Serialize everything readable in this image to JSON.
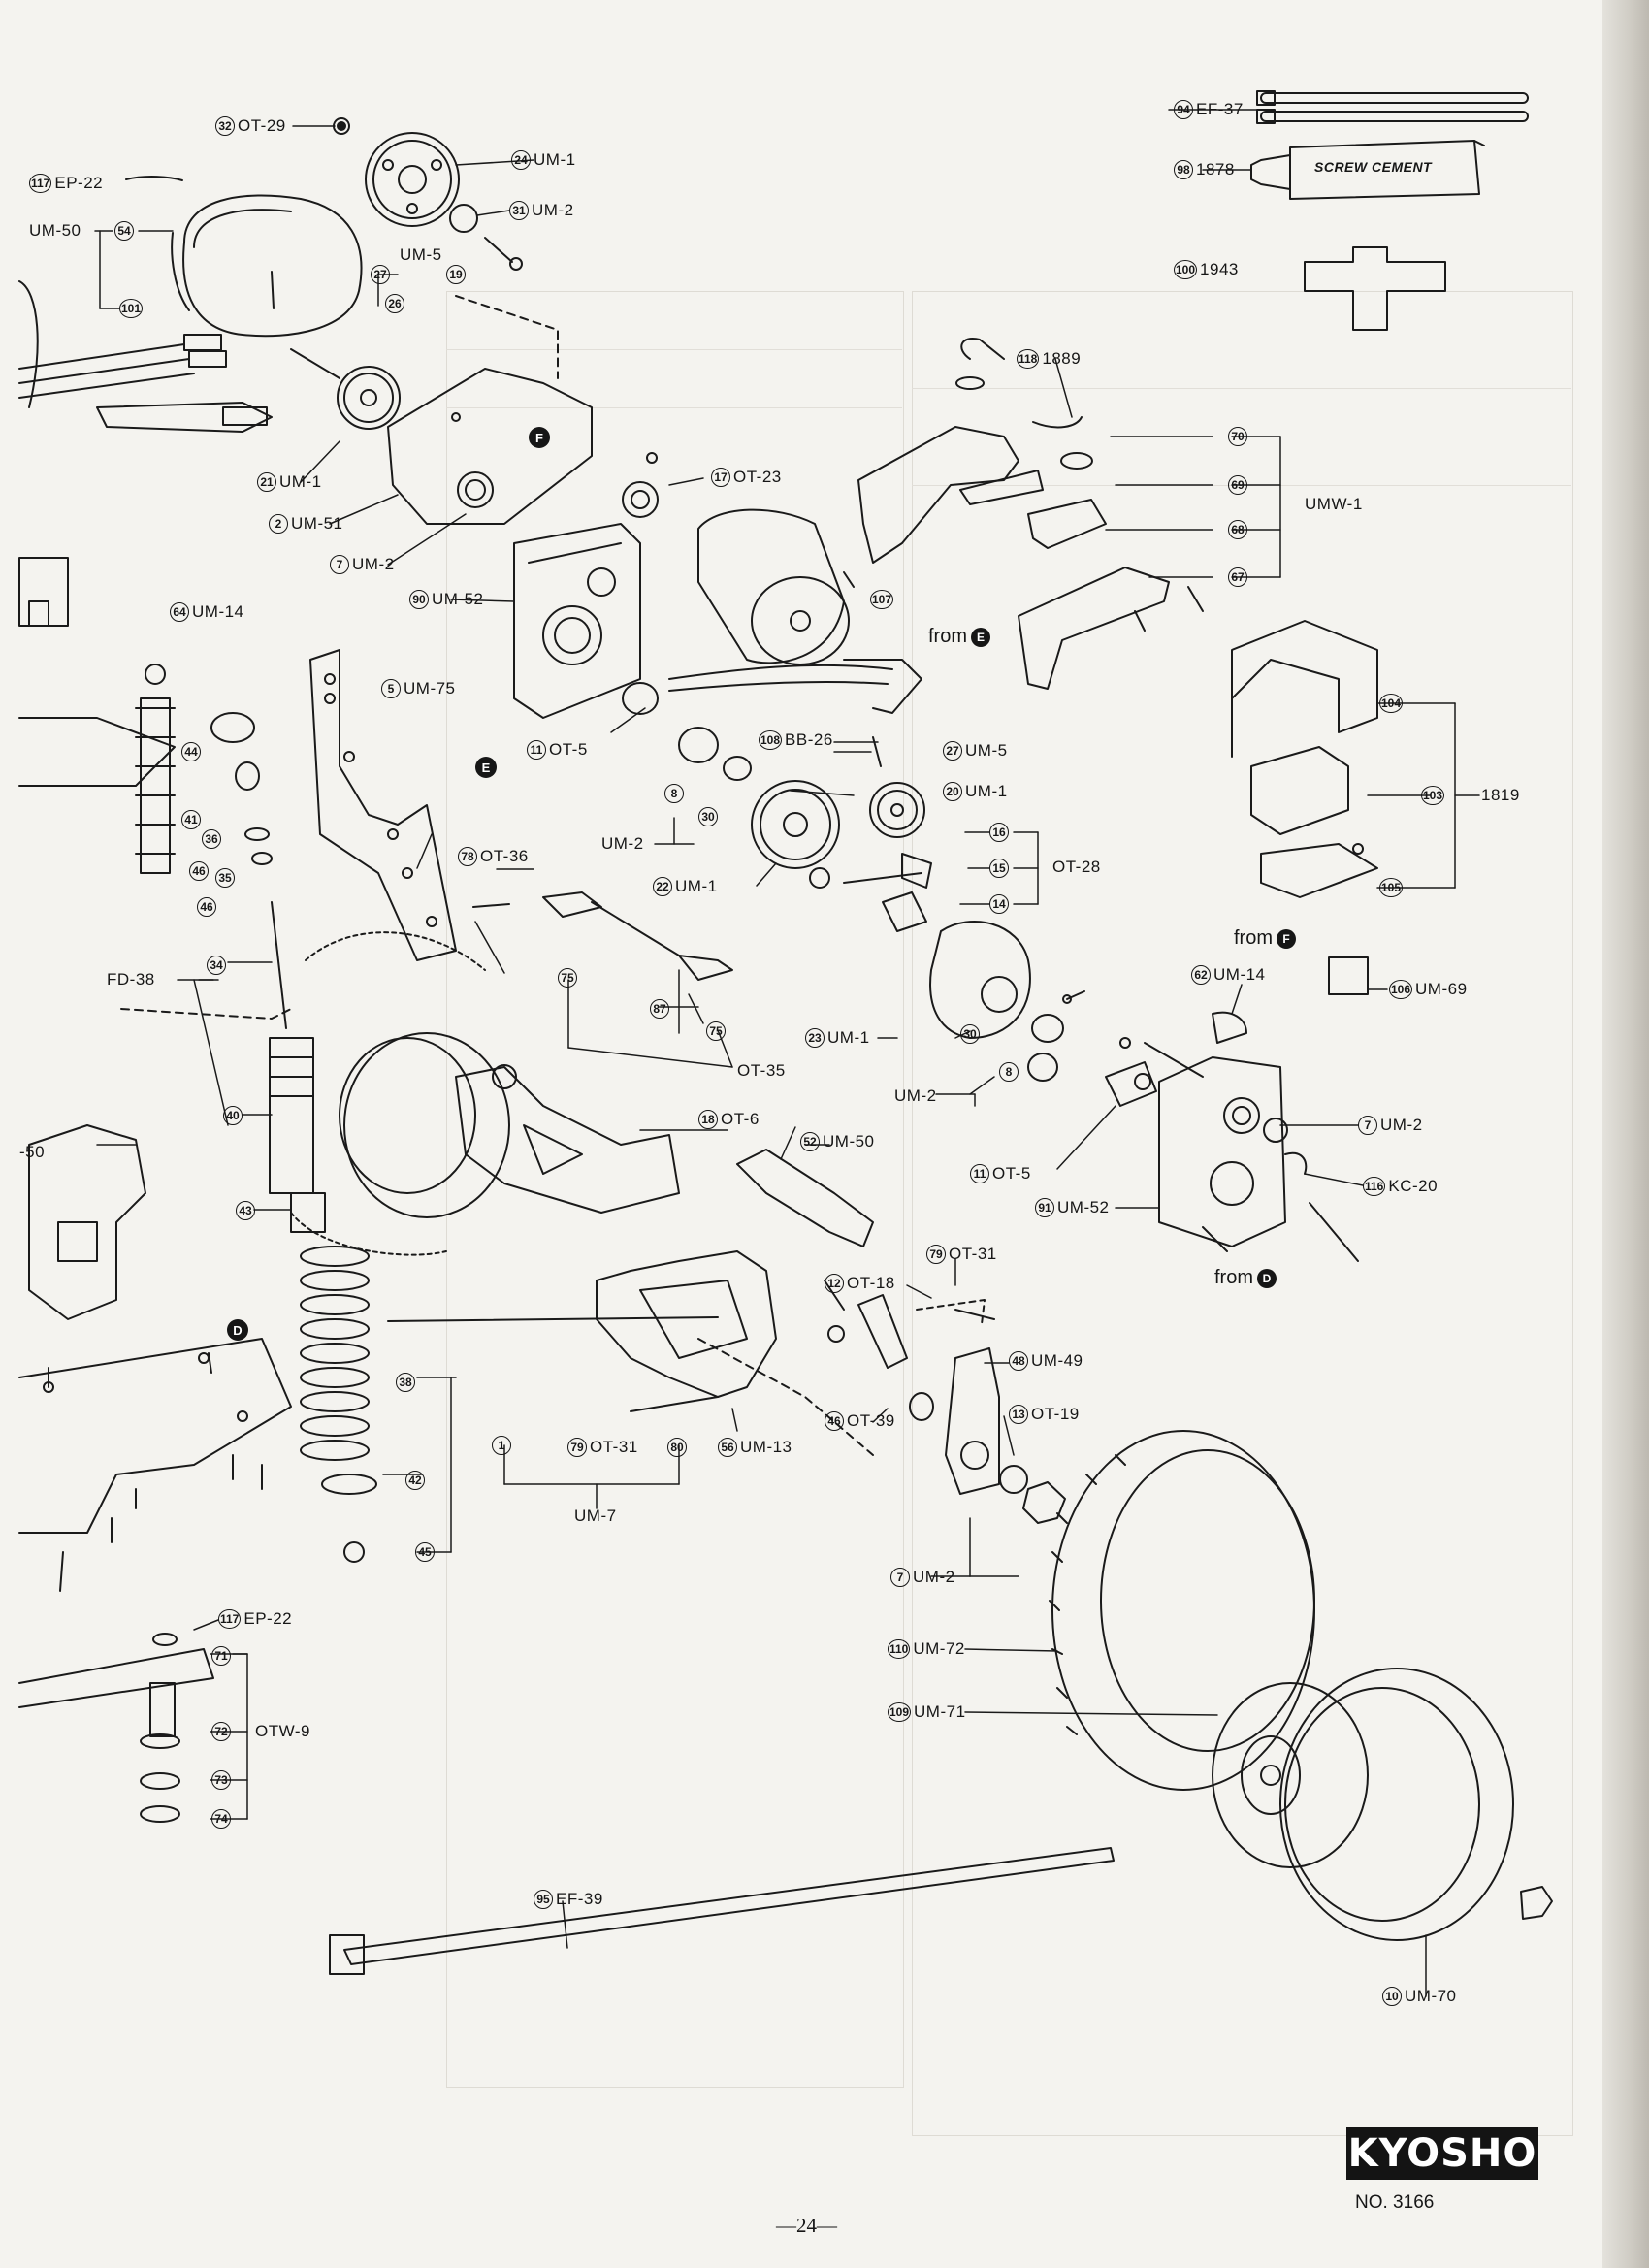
{
  "callouts": [
    {
      "id": "ot29",
      "num": "32",
      "code": "OT-29"
    },
    {
      "id": "um1a",
      "num": "24",
      "code": "UM-1"
    },
    {
      "id": "um2a",
      "num": "31",
      "code": "UM-2"
    },
    {
      "id": "ep22a",
      "num": "117",
      "code": "EP-22"
    },
    {
      "id": "um50a",
      "num": "",
      "code": "UM-50"
    },
    {
      "id": "p54",
      "num": "54",
      "code": ""
    },
    {
      "id": "um5a",
      "num": "",
      "code": "UM-5"
    },
    {
      "id": "p27a",
      "num": "27",
      "code": ""
    },
    {
      "id": "p19",
      "num": "19",
      "code": ""
    },
    {
      "id": "p26",
      "num": "26",
      "code": ""
    },
    {
      "id": "p101",
      "num": "101",
      "code": ""
    },
    {
      "id": "um1b",
      "num": "21",
      "code": "UM-1"
    },
    {
      "id": "um51",
      "num": "2",
      "code": "UM-51"
    },
    {
      "id": "um2b",
      "num": "7",
      "code": "UM-2"
    },
    {
      "id": "ot23",
      "num": "17",
      "code": "OT-23"
    },
    {
      "id": "um52a",
      "num": "90",
      "code": "UM-52"
    },
    {
      "id": "um14a",
      "num": "64",
      "code": "UM-14"
    },
    {
      "id": "um75",
      "num": "5",
      "code": "UM-75"
    },
    {
      "id": "p44",
      "num": "44",
      "code": ""
    },
    {
      "id": "p41",
      "num": "41",
      "code": ""
    },
    {
      "id": "p36",
      "num": "36",
      "code": ""
    },
    {
      "id": "p46a",
      "num": "46",
      "code": ""
    },
    {
      "id": "p35",
      "num": "35",
      "code": ""
    },
    {
      "id": "p46b",
      "num": "46",
      "code": ""
    },
    {
      "id": "p34",
      "num": "34",
      "code": ""
    },
    {
      "id": "fd38",
      "num": "",
      "code": "FD-38"
    },
    {
      "id": "p40",
      "num": "40",
      "code": ""
    },
    {
      "id": "p43",
      "num": "43",
      "code": ""
    },
    {
      "id": "um50b",
      "num": "",
      "code": "-50"
    },
    {
      "id": "p38",
      "num": "38",
      "code": ""
    },
    {
      "id": "p42",
      "num": "42",
      "code": ""
    },
    {
      "id": "p45",
      "num": "45",
      "code": ""
    },
    {
      "id": "ot5a",
      "num": "11",
      "code": "OT-5"
    },
    {
      "id": "p8a",
      "num": "8",
      "code": ""
    },
    {
      "id": "p30a",
      "num": "30",
      "code": ""
    },
    {
      "id": "um2c",
      "num": "",
      "code": "UM-2"
    },
    {
      "id": "ot36",
      "num": "78",
      "code": "OT-36"
    },
    {
      "id": "um1c",
      "num": "22",
      "code": "UM-1"
    },
    {
      "id": "p75a",
      "num": "75",
      "code": ""
    },
    {
      "id": "p87",
      "num": "87",
      "code": ""
    },
    {
      "id": "p75b",
      "num": "75",
      "code": ""
    },
    {
      "id": "ot35",
      "num": "",
      "code": "OT-35"
    },
    {
      "id": "bb26",
      "num": "108",
      "code": "BB-26"
    },
    {
      "id": "um5b",
      "num": "27",
      "code": "UM-5"
    },
    {
      "id": "um1d",
      "num": "20",
      "code": "UM-1"
    },
    {
      "id": "p16",
      "num": "16",
      "code": ""
    },
    {
      "id": "p15",
      "num": "15",
      "code": ""
    },
    {
      "id": "p14",
      "num": "14",
      "code": ""
    },
    {
      "id": "ot28",
      "num": "",
      "code": "OT-28"
    },
    {
      "id": "um1e",
      "num": "23",
      "code": "UM-1"
    },
    {
      "id": "p30b",
      "num": "30",
      "code": ""
    },
    {
      "id": "p8b",
      "num": "8",
      "code": ""
    },
    {
      "id": "um2d",
      "num": "",
      "code": "UM-2"
    },
    {
      "id": "p107",
      "num": "107",
      "code": ""
    },
    {
      "id": "ef37",
      "num": "94",
      "code": "EF-37"
    },
    {
      "id": "p1878",
      "num": "98",
      "code": "1878"
    },
    {
      "id": "p1943",
      "num": "100",
      "code": "1943"
    },
    {
      "id": "p1889",
      "num": "118",
      "code": "1889"
    },
    {
      "id": "p70",
      "num": "70",
      "code": ""
    },
    {
      "id": "p69",
      "num": "69",
      "code": ""
    },
    {
      "id": "umw1",
      "num": "",
      "code": "UMW-1"
    },
    {
      "id": "p68",
      "num": "68",
      "code": ""
    },
    {
      "id": "p67",
      "num": "67",
      "code": ""
    },
    {
      "id": "p104",
      "num": "104",
      "code": ""
    },
    {
      "id": "p103",
      "num": "103",
      "code": ""
    },
    {
      "id": "p1819",
      "num": "",
      "code": "1819"
    },
    {
      "id": "p105",
      "num": "105",
      "code": ""
    },
    {
      "id": "um69",
      "num": "106",
      "code": "UM-69"
    },
    {
      "id": "um14b",
      "num": "62",
      "code": "UM-14"
    },
    {
      "id": "um2e",
      "num": "7",
      "code": "UM-2"
    },
    {
      "id": "ot5b",
      "num": "11",
      "code": "OT-5"
    },
    {
      "id": "kc20",
      "num": "116",
      "code": "KC-20"
    },
    {
      "id": "um52b",
      "num": "91",
      "code": "UM-52"
    },
    {
      "id": "ot6",
      "num": "18",
      "code": "OT-6"
    },
    {
      "id": "um50c",
      "num": "52",
      "code": "UM-50"
    },
    {
      "id": "ot31a",
      "num": "79",
      "code": "OT-31"
    },
    {
      "id": "ot18",
      "num": "12",
      "code": "OT-18"
    },
    {
      "id": "um49",
      "num": "48",
      "code": "UM-49"
    },
    {
      "id": "ot19",
      "num": "13",
      "code": "OT-19"
    },
    {
      "id": "ot39",
      "num": "46",
      "code": "OT-39"
    },
    {
      "id": "p1",
      "num": "1",
      "code": ""
    },
    {
      "id": "ot31b",
      "num": "79",
      "code": "OT-31"
    },
    {
      "id": "p80",
      "num": "80",
      "code": ""
    },
    {
      "id": "um13",
      "num": "56",
      "code": "UM-13"
    },
    {
      "id": "um7",
      "num": "",
      "code": "UM-7"
    },
    {
      "id": "um2f",
      "num": "7",
      "code": "UM-2"
    },
    {
      "id": "um72",
      "num": "110",
      "code": "UM-72"
    },
    {
      "id": "um71",
      "num": "109",
      "code": "UM-71"
    },
    {
      "id": "ep22b",
      "num": "117",
      "code": "EP-22"
    },
    {
      "id": "p71",
      "num": "71",
      "code": ""
    },
    {
      "id": "p72",
      "num": "72",
      "code": ""
    },
    {
      "id": "otw9",
      "num": "",
      "code": "OTW-9"
    },
    {
      "id": "p73",
      "num": "73",
      "code": ""
    },
    {
      "id": "p74",
      "num": "74",
      "code": ""
    },
    {
      "id": "ef39",
      "num": "95",
      "code": "EF-39"
    },
    {
      "id": "um70",
      "num": "10",
      "code": "UM-70"
    }
  ],
  "from_labels": [
    {
      "id": "fromE",
      "text": "from",
      "letter": "E"
    },
    {
      "id": "fromF",
      "text": "from",
      "letter": "F"
    },
    {
      "id": "fromD",
      "text": "from",
      "letter": "D"
    }
  ],
  "markers": [
    {
      "id": "mF",
      "letter": "F"
    },
    {
      "id": "mE",
      "letter": "E"
    },
    {
      "id": "mD",
      "letter": "D"
    }
  ],
  "screw_cement_label": "SCREW CEMENT",
  "brand": "KYOSHO",
  "model_number": "NO. 3166",
  "page_number": "—24—",
  "colors": {
    "ink": "#161616",
    "paper": "#f4f3ef"
  }
}
